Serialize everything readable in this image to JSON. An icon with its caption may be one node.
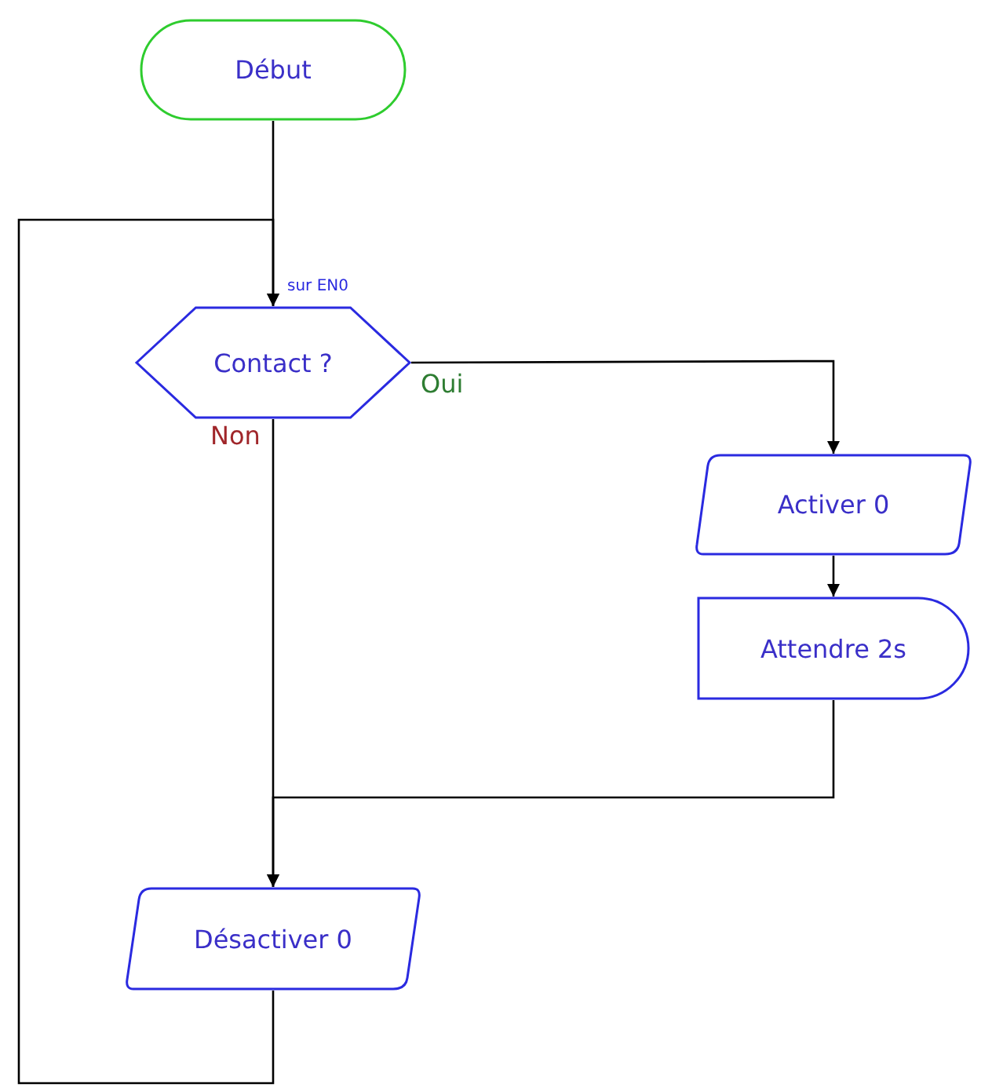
{
  "diagram": {
    "nodes": [
      {
        "text": [
          "Début"
        ]
      },
      {
        "text": [
          "Contact ?"
        ],
        "beside": [
          "sur EN0"
        ]
      },
      {
        "text": [
          "Activer 0"
        ]
      },
      {
        "text": [
          "Attendre 2s"
        ]
      },
      {
        "text": [
          "Désactiver 0"
        ]
      }
    ],
    "edges": [
      {
        "from": 0,
        "to": 1,
        "arrow": "to"
      },
      {
        "from": 1,
        "to": 2,
        "arrow": "to",
        "label": "Oui"
      },
      {
        "from": 1,
        "to": 4,
        "arrow": "to",
        "label": "Non"
      },
      {
        "from": 2,
        "to": 3,
        "arrow": "to"
      },
      {
        "from": 3,
        "to": 4,
        "arrow": "to"
      },
      {
        "from": 4,
        "to": 1,
        "arrow": "to"
      }
    ]
  }
}
